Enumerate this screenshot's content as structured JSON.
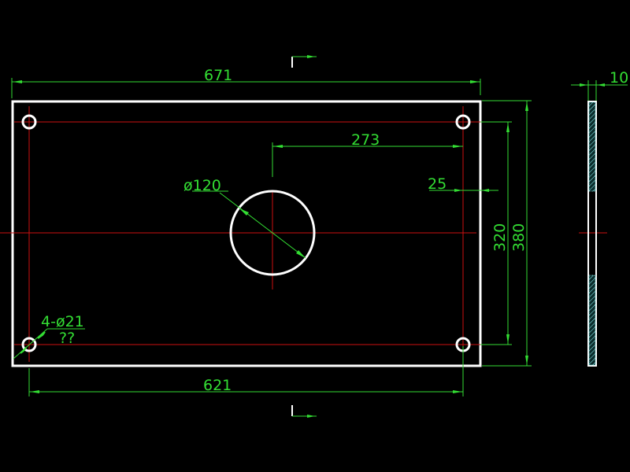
{
  "drawing": {
    "background": "#000000",
    "colors": {
      "outline": "#ffffff",
      "centerline": "#cc1111",
      "dimension": "#33dd33",
      "hatch": "#7fe0e0"
    },
    "front_view": {
      "plate_width_mm": 671,
      "plate_height_mm": 380,
      "center_hole_diameter_label": "ø120",
      "corner_holes_label": "4-ø21",
      "corner_holes_note": "??"
    },
    "dimensions": {
      "overall_width": "671",
      "hole_spacing_width": "621",
      "center_to_hole_horizontal": "273",
      "hole_edge_offset": "25",
      "hole_spacing_height": "320",
      "overall_height": "380",
      "thickness": "10"
    },
    "section_markers": {
      "top": "section-arrow-top",
      "bottom": "section-arrow-bottom"
    }
  }
}
